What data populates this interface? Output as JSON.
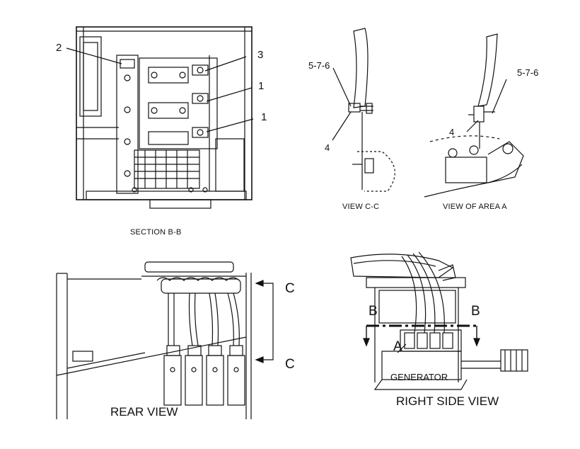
{
  "section_bb": {
    "caption": "SECTION B-B",
    "callouts": {
      "c2": "2",
      "c3": "3",
      "c1a": "1",
      "c1b": "1"
    }
  },
  "view_cc": {
    "caption": "VIEW C-C",
    "callouts": {
      "fastener": "5-7-6",
      "part": "4"
    }
  },
  "view_area_a": {
    "caption": "VIEW OF AREA A",
    "callouts": {
      "fastener": "5-7-6",
      "part": "4"
    }
  },
  "rear_view": {
    "caption": "REAR VIEW",
    "callouts": {
      "c_top": "C",
      "c_bottom": "C"
    }
  },
  "right_side_view": {
    "caption": "RIGHT SIDE VIEW",
    "callouts": {
      "b_left": "B",
      "b_right": "B",
      "a": "A",
      "generator": "GENERATOR"
    }
  },
  "colors": {
    "ink": "#111111",
    "paper": "#ffffff"
  }
}
